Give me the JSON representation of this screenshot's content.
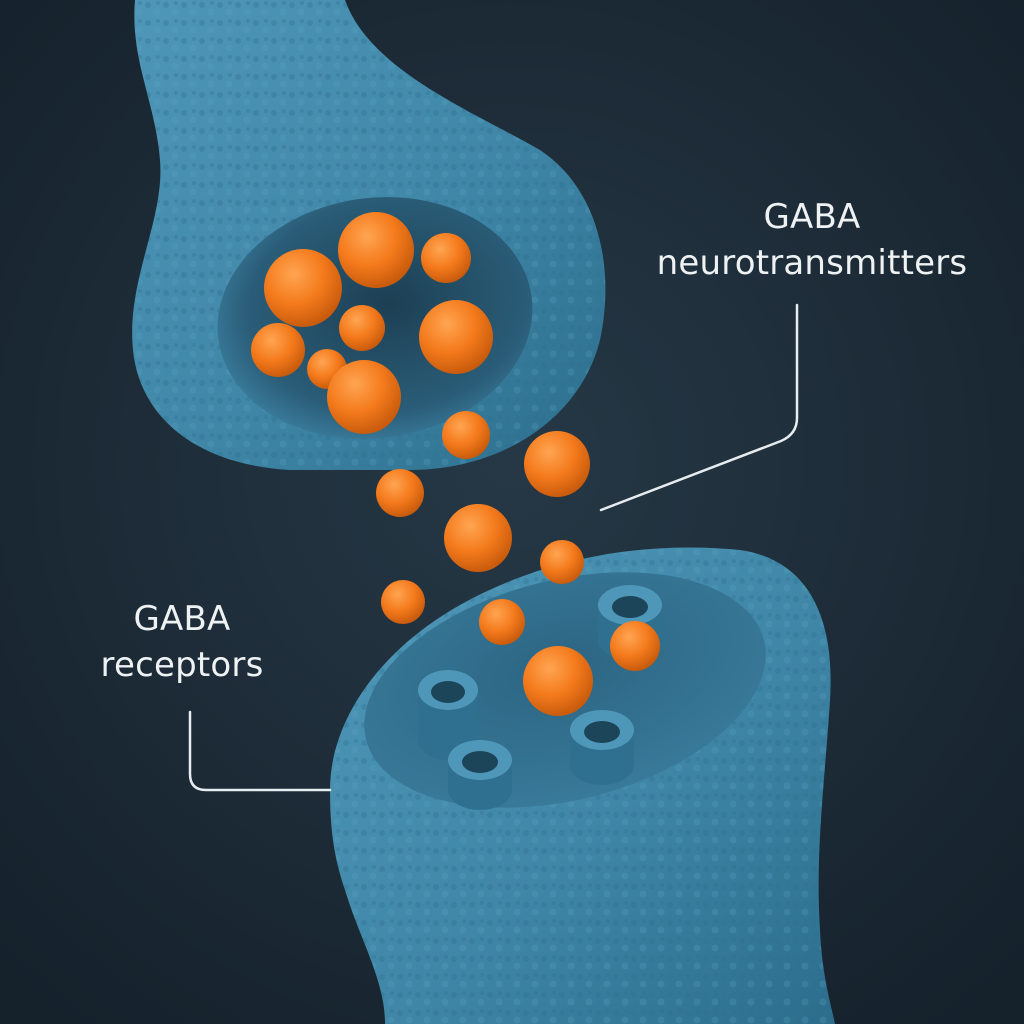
{
  "labels": {
    "neurotransmitters": {
      "line1": "GABA",
      "line2": "neurotransmitters"
    },
    "receptors": {
      "line1": "GABA",
      "line2": "receptors"
    }
  },
  "colors": {
    "background": "#1c2a35",
    "membrane": "#3f86a7",
    "membrane_shadow": "#22506a",
    "vesicle": "#f47a1c",
    "vesicle_highlight": "#ffa552",
    "label_text": "#eef2f3",
    "leader_line": "#e6ecef"
  },
  "icons": {
    "presynaptic": "presynaptic-terminal-shape",
    "postsynaptic": "postsynaptic-terminal-shape",
    "vesicle": "gaba-vesicle-sphere",
    "receptor": "receptor-channel-tube"
  }
}
